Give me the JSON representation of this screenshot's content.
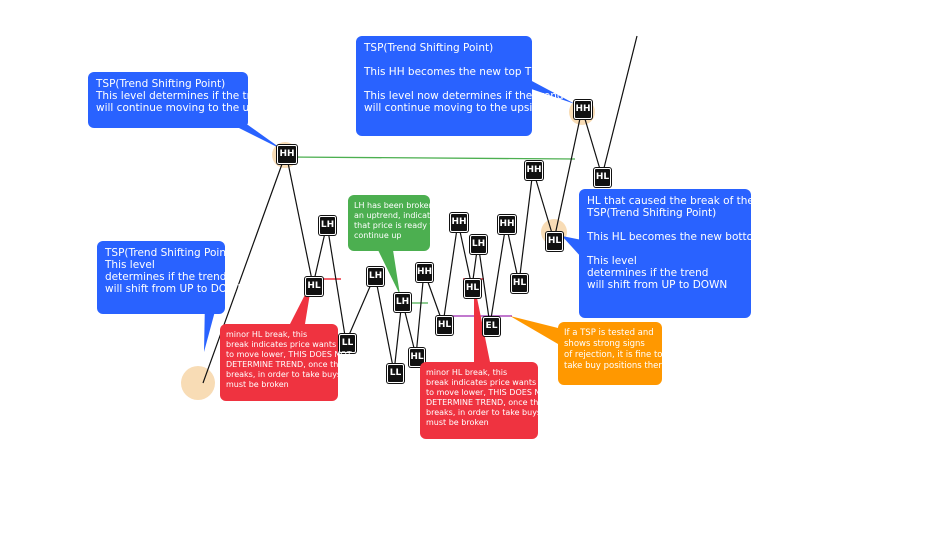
{
  "colors": {
    "callout_blue": "#2962ff",
    "callout_red": "#ef3340",
    "callout_green": "#4caf50",
    "callout_orange": "#ff9800",
    "tsp_highlight": "#f7d6a8",
    "level_green": "#4caf50",
    "level_red": "#ef3340",
    "level_purple": "#9c27b0",
    "price_line": "#111111",
    "marker_bg": "#111111"
  },
  "markers": {
    "hh_top_left": "HH",
    "hl_1": "HL",
    "lh_1": "LH",
    "ll_1": "LL",
    "lh_2": "LH",
    "ll_2": "LL",
    "lh_3": "LH",
    "hl_2": "HL",
    "hh_2": "HH",
    "hl_3": "HL",
    "hh_3": "HH",
    "lh_4": "LH",
    "hl_4": "HL",
    "el": "EL",
    "hh_4": "HH",
    "hl_5": "HL",
    "hh_5": "HH",
    "hl_6": "HL",
    "hh_top_right": "HH",
    "hl_top_right": "HL"
  },
  "callouts": {
    "tsp_upside": {
      "lines": [
        "TSP(Trend Shifting Point)",
        "This level determines if the trend",
        "will continue moving to the upside"
      ]
    },
    "tsp_new_top": {
      "title": "TSP(Trend Shifting Point)",
      "line2": "This HH becomes the new top TSP",
      "line3a": "This level now determines if the trend",
      "line3b": "will continue moving to the upside"
    },
    "tsp_down": {
      "lines": [
        "TSP(Trend Shifting Point)",
        "This level",
        "determines if the trend",
        "will shift from UP to DOWN"
      ]
    },
    "tsp_new_bottom": {
      "l1": "HL that caused the break of the",
      "l2": "TSP(Trend Shifting Point)",
      "l3": "This HL becomes the new bottom TSP",
      "l4": "This level",
      "l5": "determines if the trend",
      "l6": "will shift from UP to DOWN"
    },
    "lh_broken": {
      "lines": [
        "LH has been broken in",
        "an uptrend, indicating",
        "that price is ready to",
        "continue up"
      ]
    },
    "minor_hl_1": {
      "lines": [
        "minor HL break, this",
        "break indicates price wants",
        "to move lower, THIS DOES NOT",
        "DETERMINE TREND, once this level",
        "breaks, in order to take buys a LH",
        "must be broken"
      ]
    },
    "minor_hl_2": {
      "lines": [
        "minor HL break, this",
        "break indicates price wants",
        "to move lower, THIS DOES NOT",
        "DETERMINE TREND, once this level",
        "breaks, in order to take buys a LH",
        "must be broken"
      ]
    },
    "tsp_tested": {
      "lines": [
        "If a TSP is tested and",
        " shows strong signs",
        "of rejection, it is fine to",
        "take buy positions there"
      ]
    }
  }
}
